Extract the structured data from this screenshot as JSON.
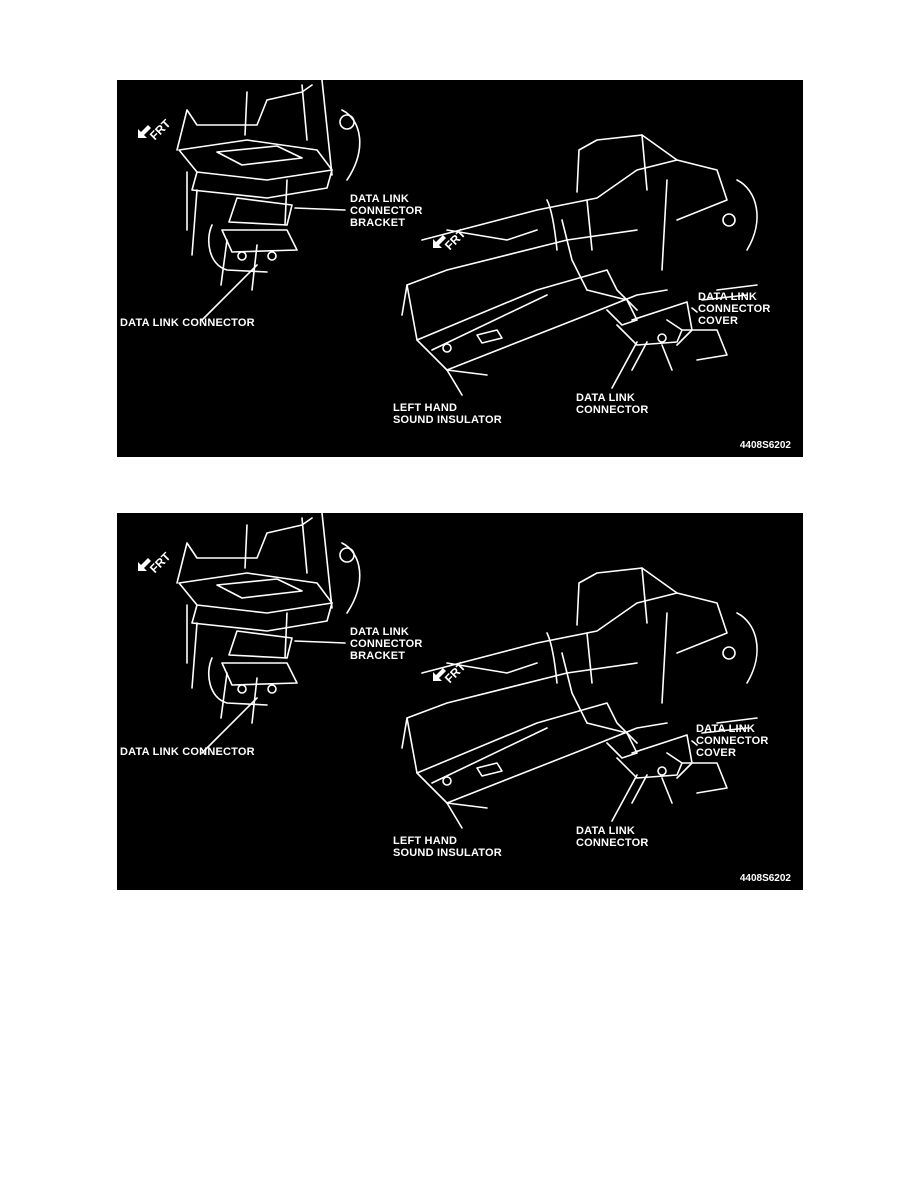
{
  "figures": [
    {
      "frt": "FRT",
      "bracket": [
        "DATA LINK",
        "CONNECTOR",
        "BRACKET"
      ],
      "connector_left": "DATA LINK CONNECTOR",
      "cover": [
        "DATA LINK",
        "CONNECTOR",
        "COVER"
      ],
      "connector_right": [
        "DATA LINK",
        "CONNECTOR"
      ],
      "insulator": [
        "LEFT HAND",
        "SOUND INSULATOR"
      ],
      "code": "4408S6202"
    },
    {
      "frt": "FRT",
      "bracket": [
        "DATA LINK",
        "CONNECTOR",
        "BRACKET"
      ],
      "connector_left": "DATA LINK CONNECTOR",
      "cover": [
        "DATA LINK",
        "CONNECTOR",
        "COVER"
      ],
      "connector_right": [
        "DATA LINK",
        "CONNECTOR"
      ],
      "insulator": [
        "LEFT HAND",
        "SOUND INSULATOR"
      ],
      "code": "4408S6202"
    }
  ],
  "colors": {
    "background": "#000000",
    "ink": "#ffffff",
    "page": "#ffffff"
  }
}
